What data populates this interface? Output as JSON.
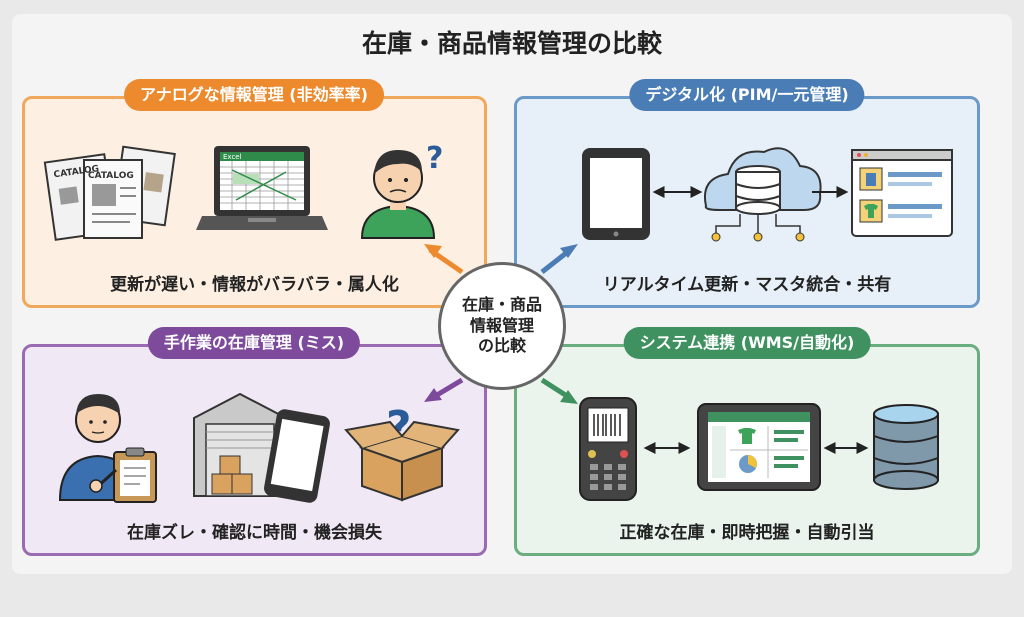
{
  "title": "在庫・商品情報管理の比較",
  "center": {
    "line1": "在庫・商品",
    "line2": "情報管理",
    "line3": "の比較"
  },
  "panels": {
    "analog_info": {
      "label": "アナログな情報管理 (非効率率)",
      "caption": "更新が遅い・情報がバラバラ・属人化",
      "catalog_text": "CATALOG",
      "excel_text": "Excel"
    },
    "digital": {
      "label": "デジタル化 (PIM/一元管理)",
      "caption": "リアルタイム更新・マスタ統合・共有"
    },
    "manual_inventory": {
      "label": "手作業の在庫管理 (ミス)",
      "caption": "在庫ズレ・確認に時間・機会損失"
    },
    "system": {
      "label": "システム連携 (WMS/自動化)",
      "caption": "正確な在庫・即時把握・自動引当"
    }
  },
  "colors": {
    "orange": "#ec8a2d",
    "blue": "#4a7db5",
    "purple": "#7d4a9c",
    "green": "#3f9160"
  }
}
